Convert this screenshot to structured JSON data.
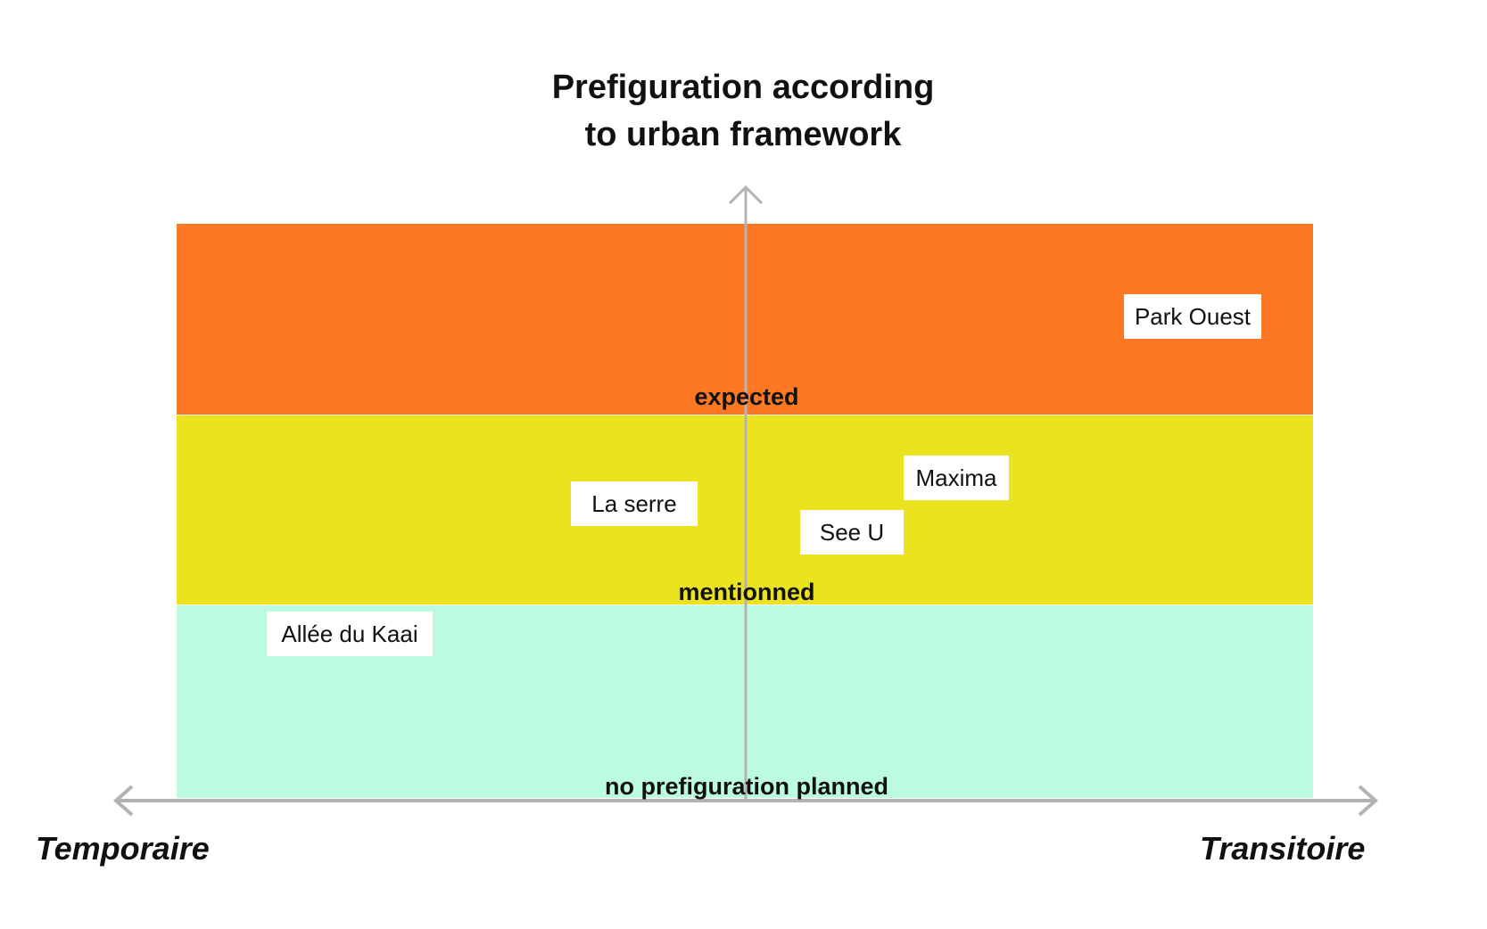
{
  "title": "Prefiguration according\nto urban framework",
  "bands": {
    "expected": {
      "label": "expected",
      "color": "#fd7822"
    },
    "mentionned": {
      "label": "mentionned",
      "color": "#ebe220"
    },
    "none": {
      "label": "no prefiguration planned",
      "color": "#bdfbe0"
    }
  },
  "axis": {
    "color": "#b3b3b3",
    "left_label": "Temporaire",
    "right_label": "Transitoire"
  },
  "projects": [
    {
      "name": "Park Ouest",
      "level": "expected"
    },
    {
      "name": "Maxima",
      "level": "mentionned"
    },
    {
      "name": "La serre",
      "level": "mentionned"
    },
    {
      "name": "See U",
      "level": "mentionned"
    },
    {
      "name": "Allée du Kaai",
      "level": "no prefiguration planned"
    }
  ]
}
